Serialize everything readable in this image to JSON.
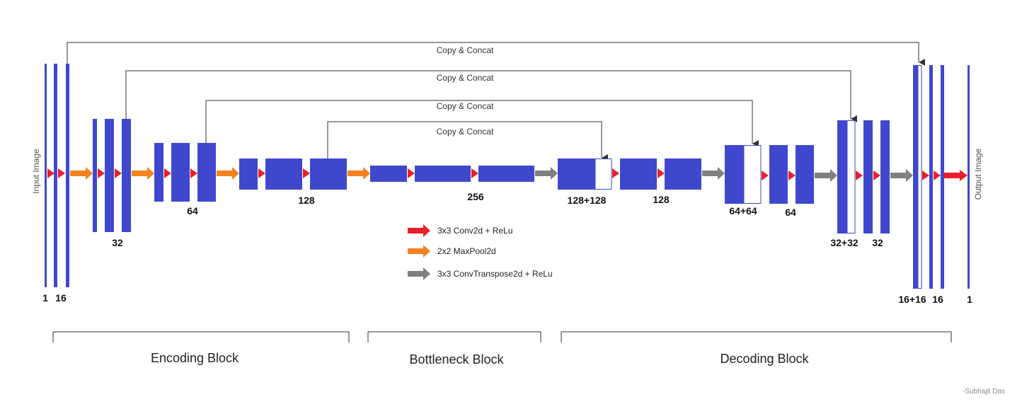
{
  "colors": {
    "block": "#3F48CC",
    "conv_arrow": "#E8202A",
    "pool_arrow": "#F58220",
    "upconv_arrow": "#808080",
    "line": "#333333"
  },
  "side_labels": {
    "input": "Input Image",
    "output": "Output Image"
  },
  "skip_label": "Copy & Concat",
  "channel_labels": {
    "in1": "1",
    "in16": "16",
    "e32": "32",
    "e64": "64",
    "e128": "128",
    "b256": "256",
    "d128c": "128+128",
    "d128": "128",
    "d64c": "64+64",
    "d64": "64",
    "d32c": "32+32",
    "d32": "32",
    "d16c": "16+16",
    "d16": "16",
    "out1": "1"
  },
  "legend": {
    "conv": "3x3 Conv2d + ReLu",
    "pool": "2x2 MaxPool2d",
    "upconv": "3x3 ConvTranspose2d + ReLu"
  },
  "blocks": {
    "encoding": "Encoding Block",
    "bottleneck": "Bottleneck Block",
    "decoding": "Decoding Block"
  },
  "signature": "-Subhajit Das"
}
